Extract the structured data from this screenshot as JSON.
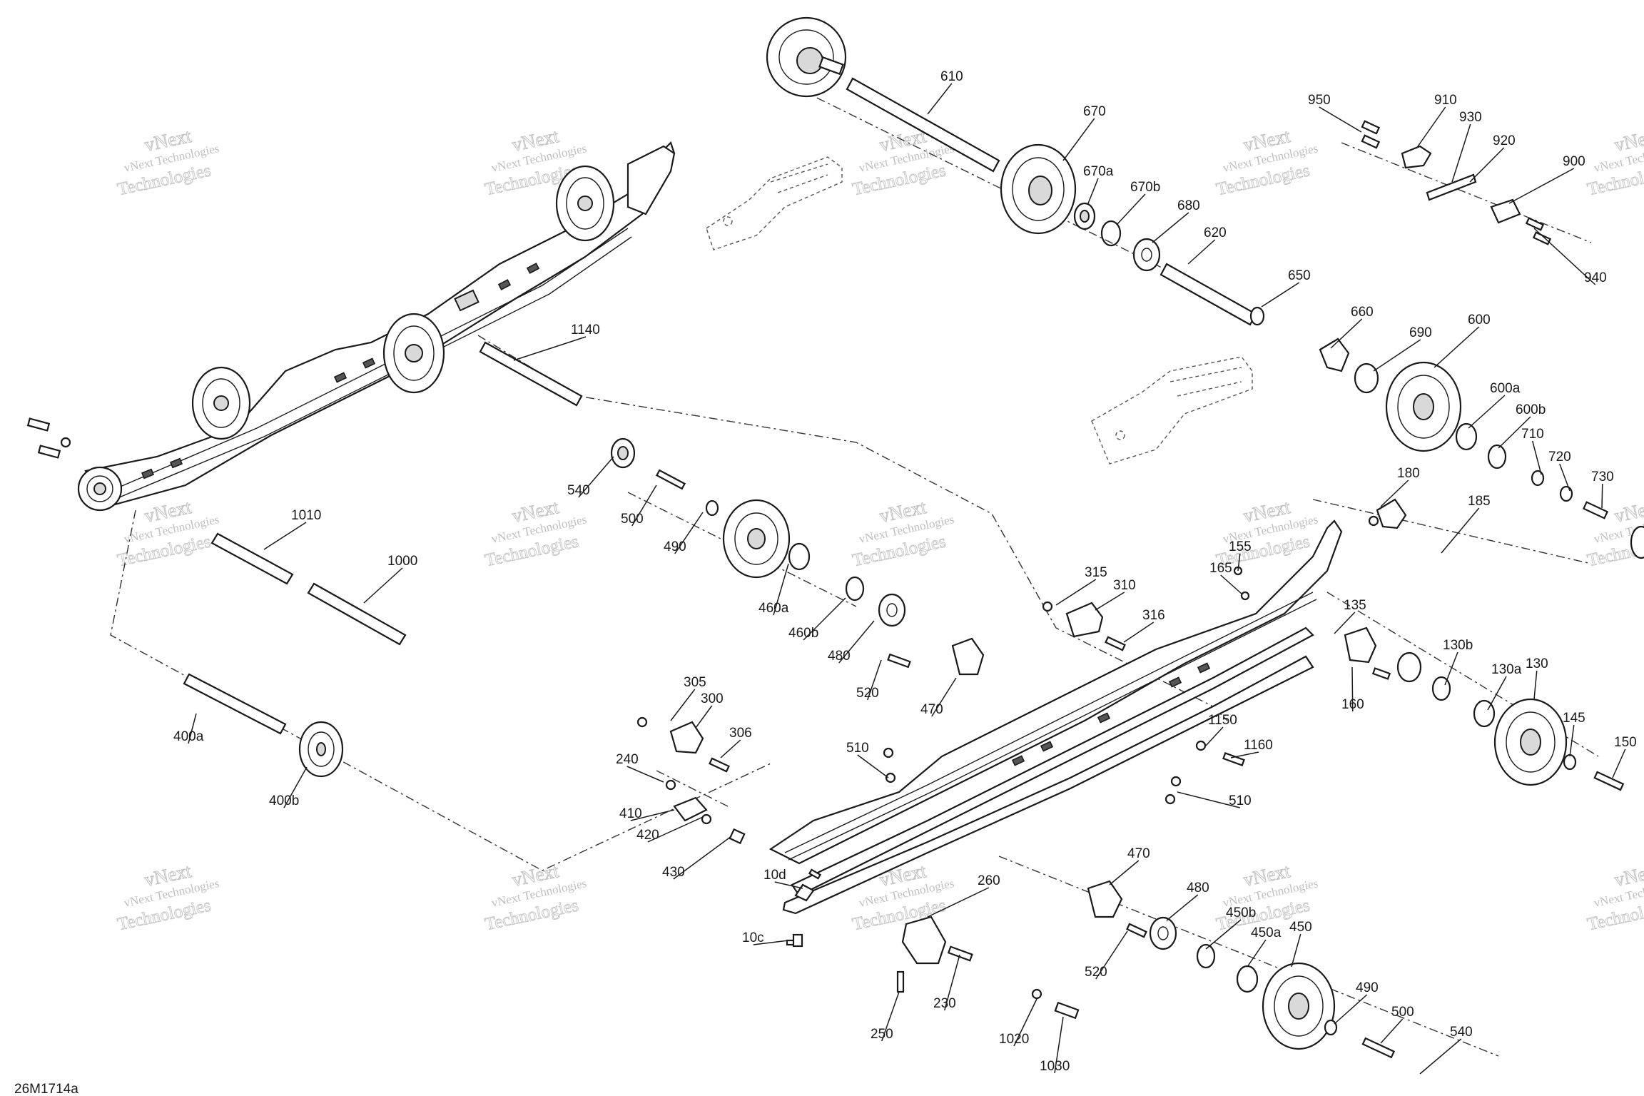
{
  "diagram": {
    "document_id": "26M1714a",
    "watermark": {
      "line1": "vNext Technologies",
      "line2": "vNext",
      "line3": "Technologies"
    },
    "callouts": [
      "610",
      "670",
      "670a",
      "670b",
      "680",
      "620",
      "650",
      "950",
      "910",
      "930",
      "920",
      "900",
      "940",
      "1140",
      "660",
      "690",
      "600",
      "600a",
      "600b",
      "710",
      "720",
      "730",
      "180",
      "185",
      "540",
      "500",
      "490",
      "460a",
      "460b",
      "480",
      "520",
      "470",
      "1010",
      "1000",
      "400a",
      "400b",
      "315",
      "310",
      "316",
      "155",
      "165",
      "135",
      "130b",
      "130a",
      "130",
      "160",
      "145",
      "150",
      "305",
      "300",
      "306",
      "240",
      "410",
      "420",
      "430",
      "510",
      "1150",
      "1160",
      "510",
      "10d",
      "10c",
      "470",
      "480",
      "450b",
      "450a",
      "450",
      "260",
      "230",
      "250",
      "520",
      "1020",
      "1030",
      "490",
      "500",
      "540"
    ]
  }
}
